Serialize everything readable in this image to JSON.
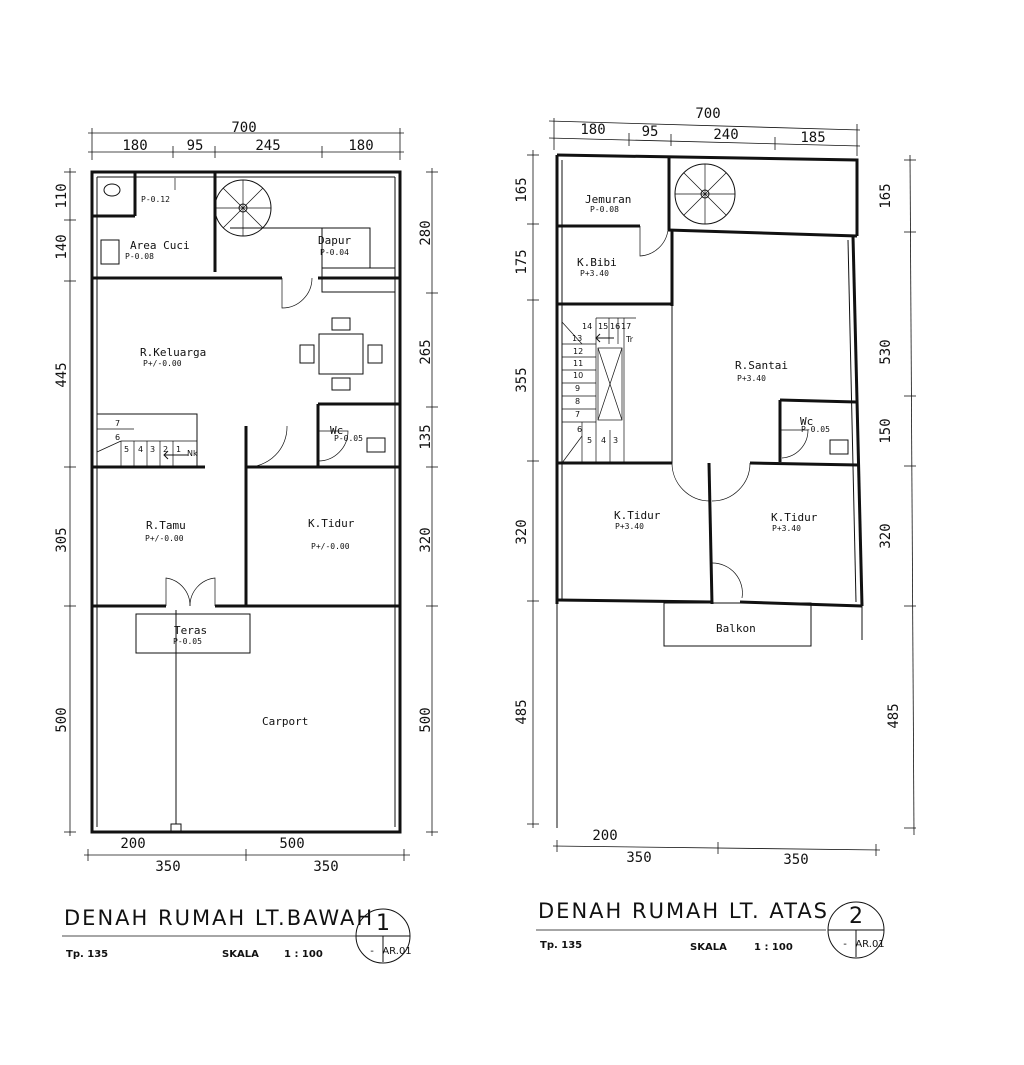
{
  "ground": {
    "title": "DENAH RUMAH LT.BAWAH",
    "type": "Tp. 135",
    "scale_label": "SKALA",
    "scale_value": "1 : 100",
    "sheet_number": "1",
    "sheet_code": "AR.01",
    "sheet_dash": "-",
    "dims_top": [
      "700",
      "180",
      "95",
      "245",
      "180"
    ],
    "dims_left": [
      "110",
      "140",
      "445",
      "305",
      "500"
    ],
    "dims_right": [
      "280",
      "265",
      "135",
      "320",
      "500"
    ],
    "dims_bottom": [
      "200",
      "500",
      "350",
      "350"
    ],
    "rooms": {
      "wc_small_level": "P-0.12",
      "area_cuci": "Area Cuci",
      "area_cuci_level": "P-0.08",
      "dapur": "Dapur",
      "dapur_level": "P-0.04",
      "keluarga": "R.Keluarga",
      "keluarga_level": "P+/-0.00",
      "wc": "Wc",
      "wc_level": "P-0.05",
      "tamu": "R.Tamu",
      "tamu_level": "P+/-0.00",
      "tidur": "K.Tidur",
      "tidur_level": "P+/-0.00",
      "teras": "Teras",
      "teras_level": "P-0.05",
      "carport": "Carport"
    },
    "stairs": [
      "1",
      "2",
      "3",
      "4",
      "5",
      "6",
      "7"
    ],
    "stair_arrow": "Nk"
  },
  "upper": {
    "title": "DENAH RUMAH LT. ATAS",
    "type": "Tp. 135",
    "scale_label": "SKALA",
    "scale_value": "1 : 100",
    "sheet_number": "2",
    "sheet_code": "AR.01",
    "sheet_dash": "-",
    "dims_top": [
      "700",
      "180",
      "95",
      "240",
      "185"
    ],
    "dims_left": [
      "165",
      "175",
      "355",
      "320",
      "485"
    ],
    "dims_right": [
      "165",
      "530",
      "150",
      "320",
      "485"
    ],
    "dims_bottom": [
      "200",
      "350",
      "350"
    ],
    "rooms": {
      "jemuran": "Jemuran",
      "jemuran_level": "P-0.08",
      "bibi": "K.Bibi",
      "bibi_level": "P+3.40",
      "santai": "R.Santai",
      "santai_level": "P+3.40",
      "wc": "Wc",
      "wc_level": "P-0.05",
      "tidur1": "K.Tidur",
      "tidur1_level": "P+3.40",
      "tidur2": "K.Tidur",
      "tidur2_level": "P+3.40",
      "balkon": "Balkon"
    },
    "stairs": [
      "3",
      "4",
      "5",
      "6",
      "7",
      "8",
      "9",
      "10",
      "11",
      "12",
      "13",
      "14",
      "15",
      "16",
      "17"
    ],
    "stair_arrow": "Tr"
  }
}
